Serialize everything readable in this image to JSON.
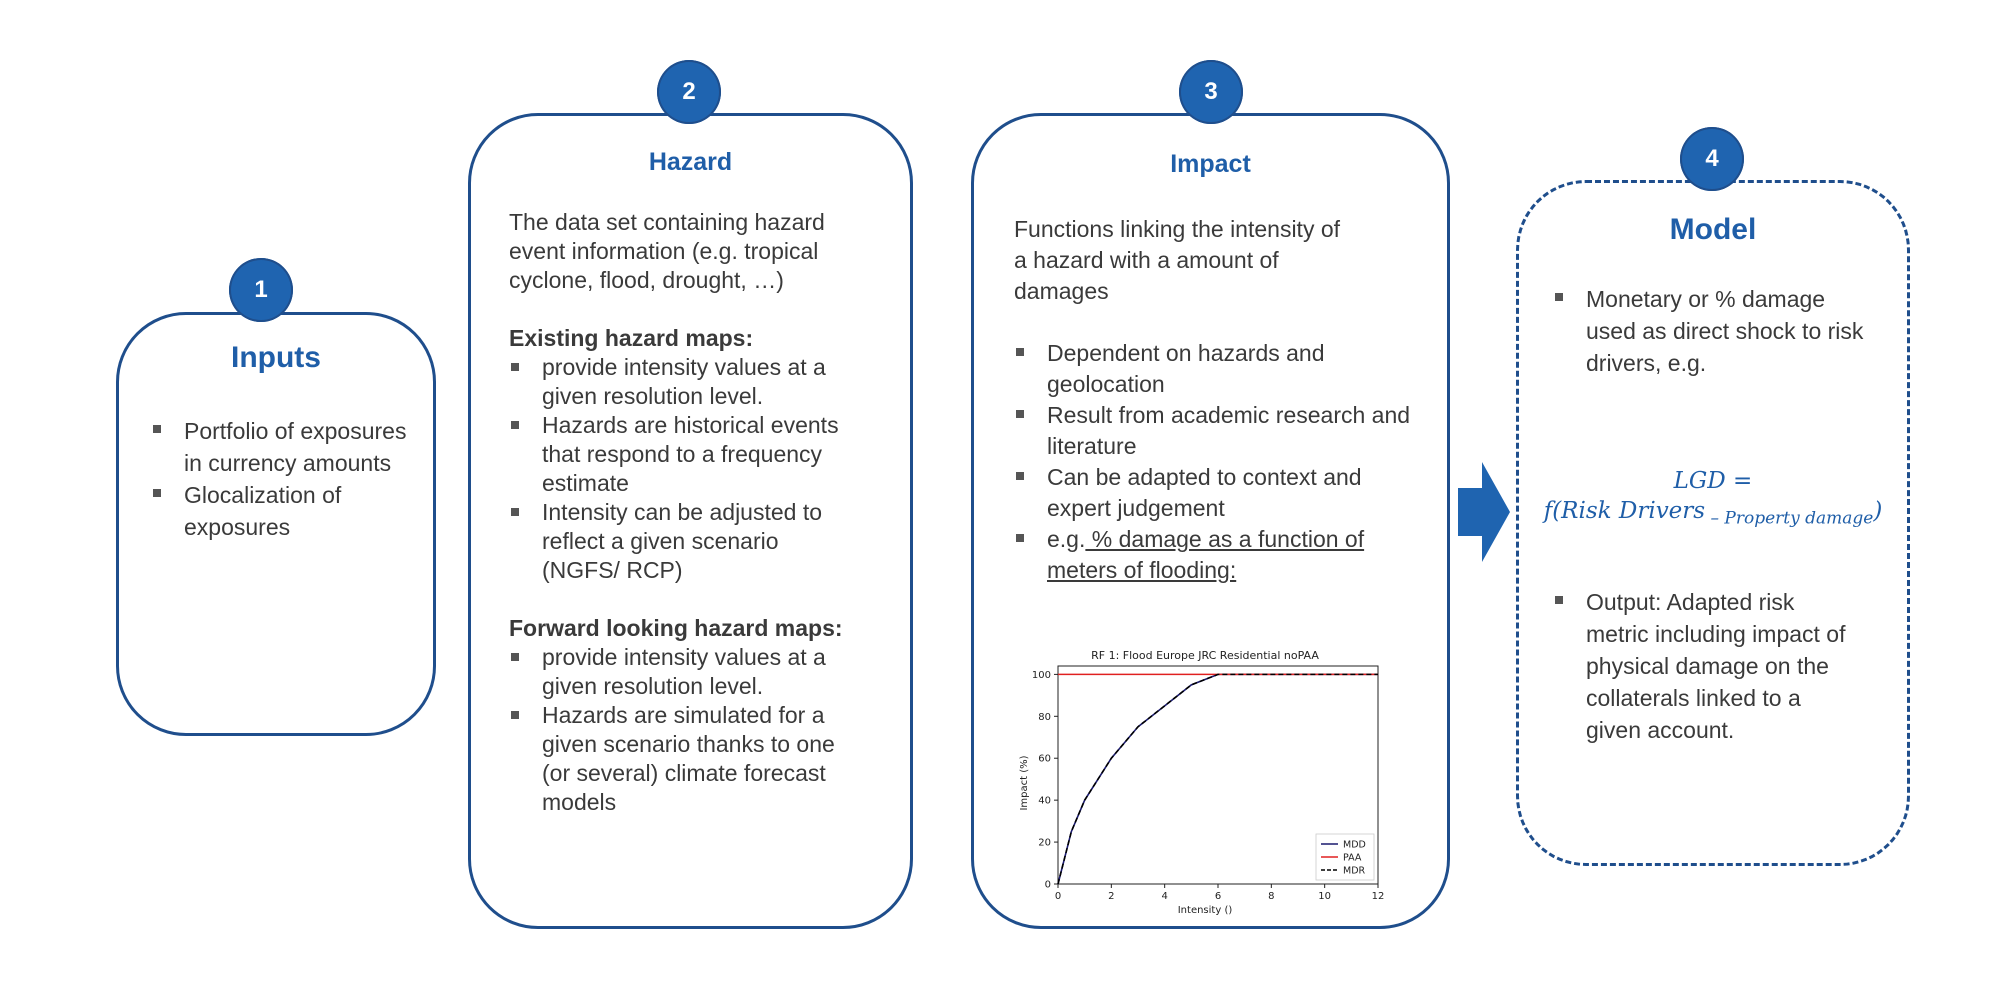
{
  "steps": [
    {
      "number": "1",
      "title": "Inputs",
      "bullets": [
        "Portfolio of exposures in currency amounts",
        "Glocalization of exposures"
      ]
    },
    {
      "number": "2",
      "title": "Hazard",
      "intro": "The data set containing hazard event information (e.g. tropical cyclone, flood, drought, …)",
      "existing_heading": "Existing hazard maps:",
      "existing_bullets": [
        "provide intensity values at a given resolution level.",
        "Hazards are historical events that respond to a frequency estimate",
        "Intensity can be adjusted to reflect a given scenario (NGFS/ RCP)"
      ],
      "forward_heading": "Forward looking hazard maps:",
      "forward_bullets": [
        "provide intensity values at a given resolution level.",
        "Hazards are simulated for a given scenario thanks to one (or several) climate forecast models"
      ]
    },
    {
      "number": "3",
      "title": "Impact",
      "intro": "Functions linking the intensity of a hazard with a amount of damages",
      "bullets": [
        "Dependent on hazards and geolocation",
        "Result from academic research and literature",
        "Can be adapted to context and expert judgement"
      ],
      "last_bullet_prefix": "e.g.",
      "last_bullet_underlined": " % damage as a function of meters of flooding:"
    },
    {
      "number": "4",
      "title": "Model",
      "bullet1": "Monetary or % damage used as direct shock to risk drivers, e.g.",
      "formula_line1": "LGD =",
      "formula_line2": "f(Risk Drivers",
      "formula_sub": " – Property damage",
      "formula_close": ")",
      "bullet2": "Output: Adapted risk metric including impact of physical damage on the collaterals linked to a given account."
    }
  ],
  "colors": {
    "accent": "#1f5ea8",
    "border": "#1f4e8c",
    "badge": "#1f64b0",
    "mdd": "#1a1a6e",
    "paa": "#e02020",
    "mdr": "#000000"
  },
  "chart_data": {
    "type": "line",
    "title": "RF 1: Flood Europe JRC Residential noPAA",
    "xlabel": "Intensity ()",
    "ylabel": "Impact (%)",
    "xlim": [
      0,
      12
    ],
    "ylim": [
      0,
      104
    ],
    "xticks": [
      0,
      2,
      4,
      6,
      8,
      10,
      12
    ],
    "yticks": [
      0,
      20,
      40,
      60,
      80,
      100
    ],
    "legend_position": "bottom-right",
    "series": [
      {
        "name": "MDD",
        "style": "solid",
        "x": [
          0,
          0.5,
          1,
          2,
          3,
          4,
          5,
          6,
          12
        ],
        "y": [
          0,
          25,
          40,
          60,
          75,
          85,
          95,
          100,
          100
        ]
      },
      {
        "name": "PAA",
        "style": "solid",
        "x": [
          0,
          12
        ],
        "y": [
          100,
          100
        ]
      },
      {
        "name": "MDR",
        "style": "dashed",
        "x": [
          0,
          0.5,
          1,
          2,
          3,
          4,
          5,
          6,
          12
        ],
        "y": [
          0,
          25,
          40,
          60,
          75,
          85,
          95,
          100,
          100
        ]
      }
    ]
  }
}
